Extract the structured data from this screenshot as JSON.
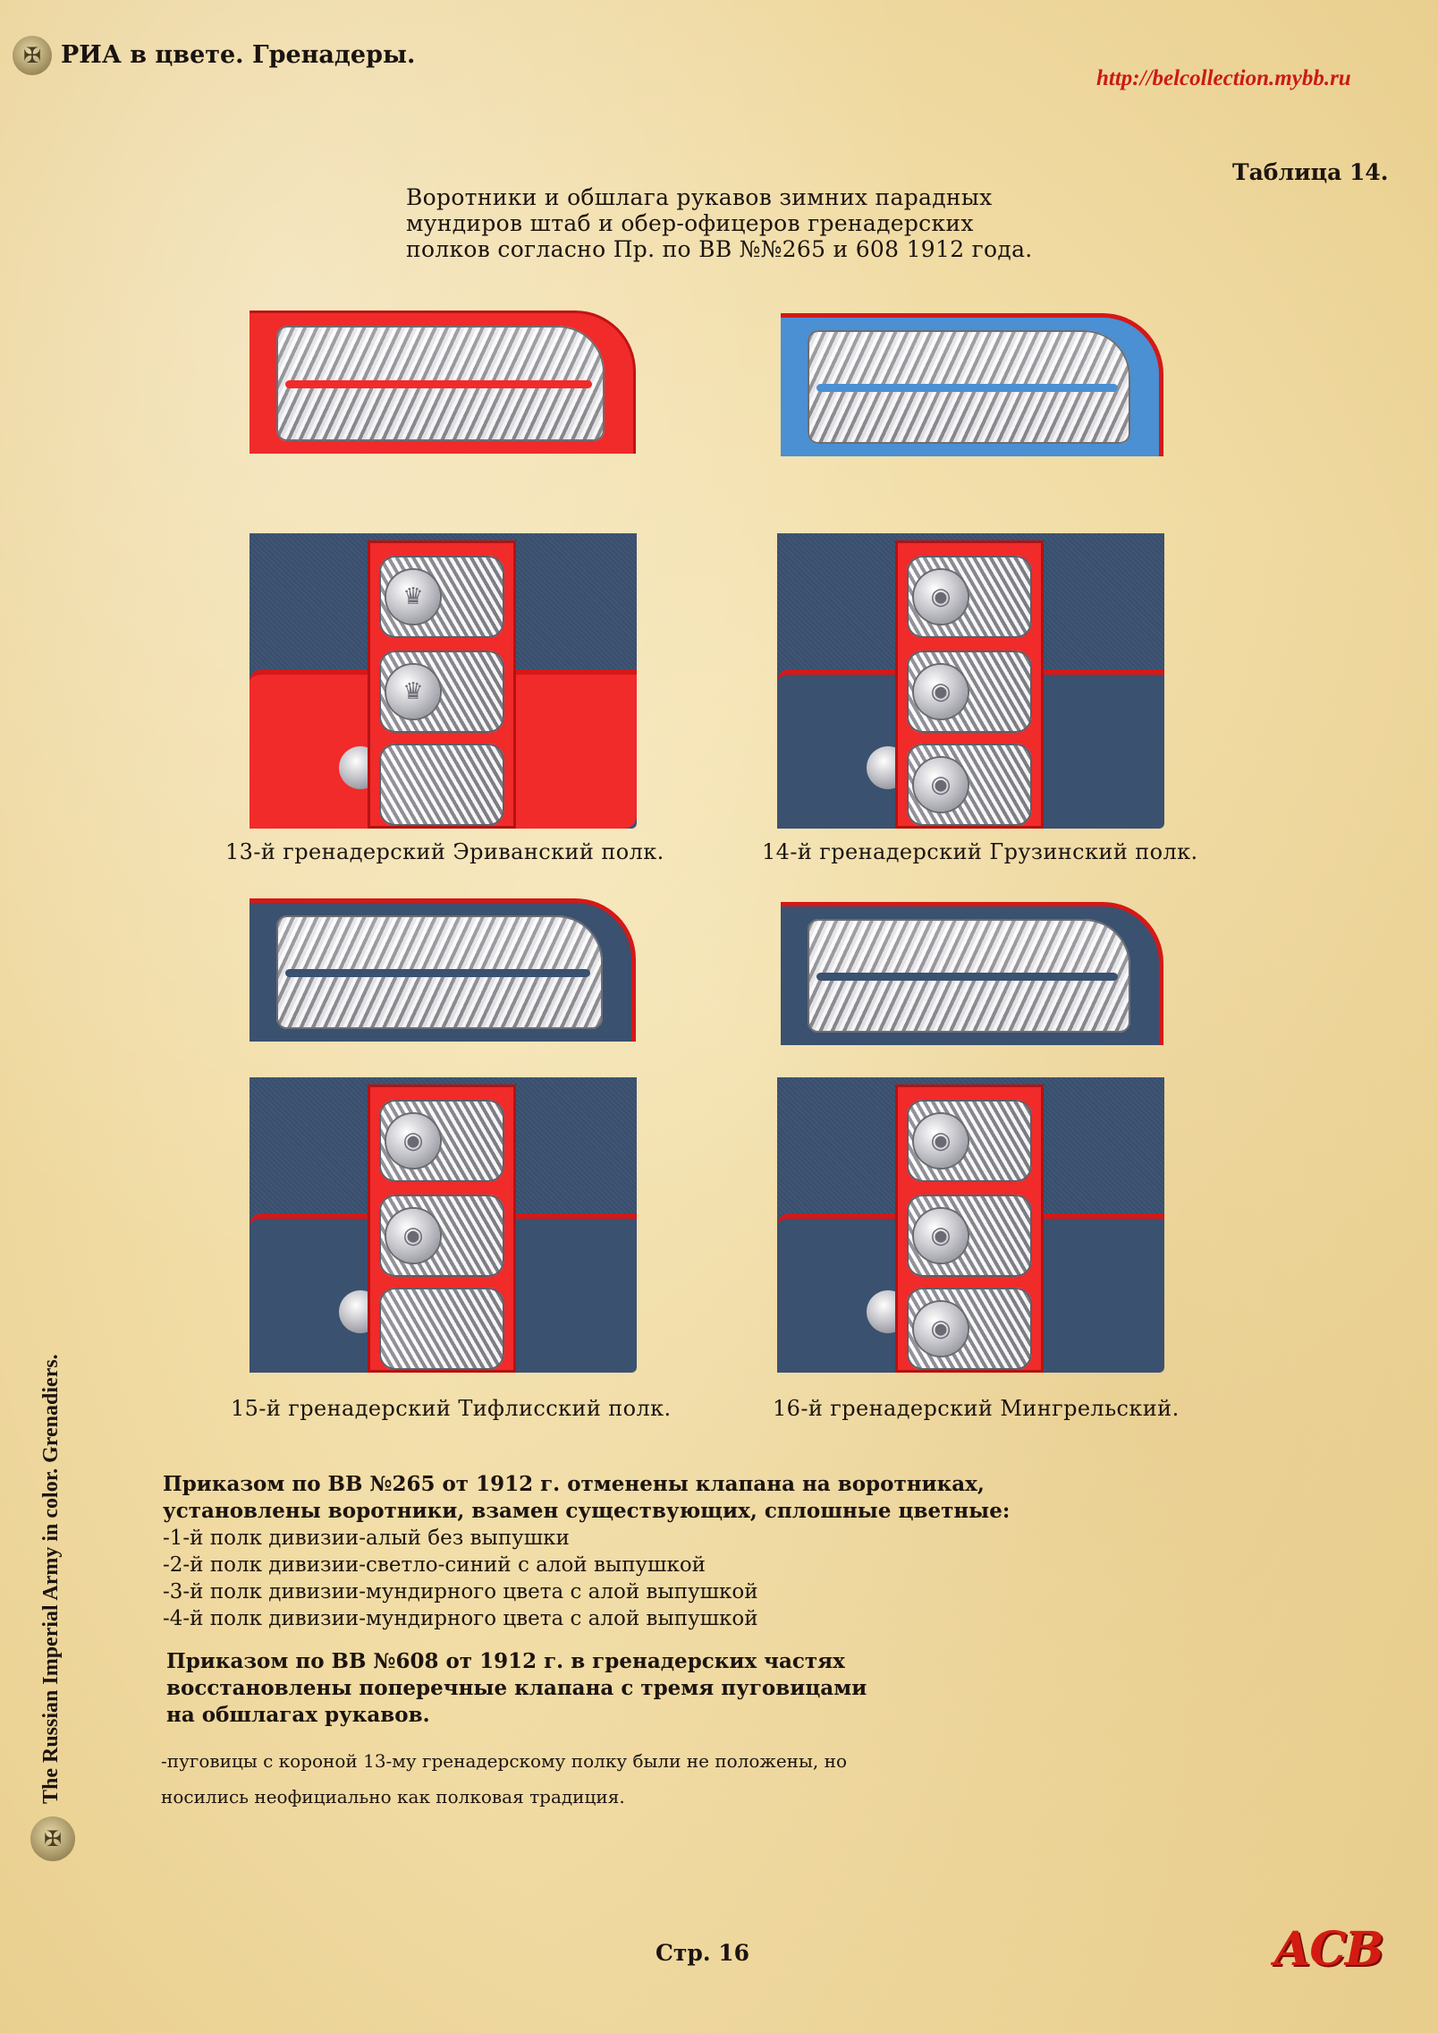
{
  "header": {
    "title": "РИА в цвете. Гренадеры.",
    "url": "http://belcollection.mybb.ru",
    "table_number": "Таблица 14."
  },
  "caption": {
    "lines": [
      "Воротники и обшлага рукавов зимних парадных",
      "мундиров штаб и обер-офицеров гренадерских",
      "полков согласно Пр. по ВВ №№265 и 608 1912 года."
    ]
  },
  "colors": {
    "scarlet": "#f12a2a",
    "light_blue": "#4a90d2",
    "uniform_dark_green_blue": "#3a5170",
    "piping_red": "#d51818",
    "silver_braid": "#c8c8ce"
  },
  "units": [
    {
      "label": "13-й гренадерский Эриванский полк.",
      "collar_color": "scarlet",
      "piping": false,
      "cuff_band_color": "scarlet",
      "crowned_buttons": true
    },
    {
      "label": "14-й гренадерский Грузинский полк.",
      "collar_color": "light_blue",
      "piping": true,
      "cuff_band_color": "uniform_dark_green_blue",
      "crowned_buttons": false
    },
    {
      "label": "15-й гренадерский Тифлисский полк.",
      "collar_color": "uniform_dark_green_blue",
      "piping": true,
      "cuff_band_color": "uniform_dark_green_blue",
      "crowned_buttons": false
    },
    {
      "label": "16-й гренадерский Мингрельский.",
      "collar_color": "uniform_dark_green_blue",
      "piping": true,
      "cuff_band_color": "uniform_dark_green_blue",
      "crowned_buttons": false
    }
  ],
  "notes": {
    "order_265": [
      "Приказом по ВВ №265 от 1912 г. отменены клапана на воротниках,",
      "установлены воротники, взамен существующих, сплошные цветные:",
      "-1-й полк дивизии-алый без выпушки",
      "-2-й полк дивизии-светло-синий с алой выпушкой",
      "-3-й полк дивизии-мундирного цвета с алой выпушкой",
      "-4-й полк дивизии-мундирного цвета с алой выпушкой"
    ],
    "order_608": [
      "Приказом по ВВ №608 от 1912 г. в гренадерских частях",
      "восстановлены поперечные клапана с тремя пуговицами",
      "на обшлагах рукавов."
    ],
    "remark": [
      "-пуговицы с короной 13-му гренадерскому полку были не положены, но",
      "носились неофициально как полковая традиция."
    ]
  },
  "side_text": "The Russian Imperial Army in color. Grenadiers.",
  "footer": {
    "page": "Стр. 16",
    "logo_text": "АСВ"
  },
  "icons": {
    "header_emblem": "double-headed-eagle-icon",
    "footer_emblem": "double-headed-eagle-icon",
    "crown": "crown-icon"
  }
}
